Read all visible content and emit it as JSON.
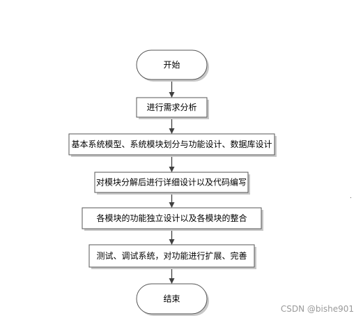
{
  "diagram": {
    "nodes": [
      {
        "id": "start",
        "shape": "terminal",
        "label": "开始"
      },
      {
        "id": "step1",
        "shape": "process",
        "label": "进行需求分析"
      },
      {
        "id": "step2",
        "shape": "process",
        "label": "基本系统模型、系统模块划分与功能设计、数据库设计"
      },
      {
        "id": "step3",
        "shape": "process",
        "label": "对模块分解后进行详细设计以及代码编写"
      },
      {
        "id": "step4",
        "shape": "process",
        "label": "各模块的功能独立设计以及各模块的整合"
      },
      {
        "id": "step5",
        "shape": "process",
        "label": "测试、调试系统，对功能进行扩展、完善"
      },
      {
        "id": "end",
        "shape": "terminal",
        "label": "结束"
      }
    ],
    "edges": [
      {
        "from": "start",
        "to": "step1"
      },
      {
        "from": "step1",
        "to": "step2"
      },
      {
        "from": "step2",
        "to": "step3"
      },
      {
        "from": "step3",
        "to": "step4"
      },
      {
        "from": "step4",
        "to": "step5"
      },
      {
        "from": "step5",
        "to": "end"
      }
    ],
    "colors": {
      "box_fill": "#ffffff",
      "box_stroke": "#555555",
      "shadow": "#c8c8c8",
      "arrow": "#404040",
      "text": "#000000"
    }
  },
  "watermark": "CSDN @bishe901"
}
